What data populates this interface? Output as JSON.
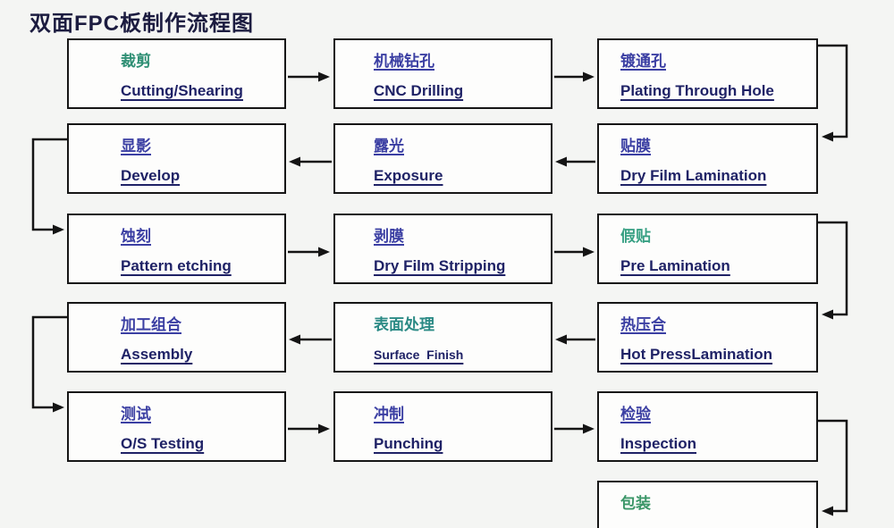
{
  "title": "双面FPC板制作流程图",
  "colors": {
    "navy_label": "#3b3fa3",
    "english_label": "#1f2266",
    "title": "#1c1c40",
    "connector_line": "#141414"
  },
  "boxes": [
    {
      "cn": "裁剪",
      "en": "Cutting/Shearing",
      "cn_color": "#2f8f74"
    },
    {
      "cn": "机械钻孔",
      "en": "CNC Drilling",
      "cn_color": "#3b3fa3"
    },
    {
      "cn": "镀通孔",
      "en": "Plating Through Hole",
      "cn_color": "#3b3fa3"
    },
    {
      "cn": "贴膜",
      "en": "Dry Film Lamination",
      "cn_color": "#3b3fa3"
    },
    {
      "cn": "露光",
      "en": "Exposure",
      "cn_color": "#3b3fa3"
    },
    {
      "cn": "显影",
      "en": "Develop",
      "cn_color": "#3b3fa3"
    },
    {
      "cn": "蚀刻",
      "en": "Pattern etching",
      "cn_color": "#3b3fa3"
    },
    {
      "cn": "剥膜",
      "en": "Dry Film Stripping",
      "cn_color": "#3b3fa3"
    },
    {
      "cn": "假贴",
      "en": "Pre Lamination",
      "cn_color": "#37a083"
    },
    {
      "cn": "热压合",
      "en": "Hot PressLamination",
      "cn_color": "#3b3fa3"
    },
    {
      "cn": "表面处理",
      "en": "Surface  Finish",
      "cn_color": "#2b8a85"
    },
    {
      "cn": "加工组合",
      "en": "Assembly",
      "cn_color": "#3b3fa3"
    },
    {
      "cn": "测试",
      "en": "O/S Testing",
      "cn_color": "#3b3fa3"
    },
    {
      "cn": "冲制",
      "en": "Punching",
      "cn_color": "#3b3fa3"
    },
    {
      "cn": "检验",
      "en": "Inspection",
      "cn_color": "#3b3fa3"
    },
    {
      "cn": "包装",
      "cn_color": "#3b9668"
    }
  ]
}
